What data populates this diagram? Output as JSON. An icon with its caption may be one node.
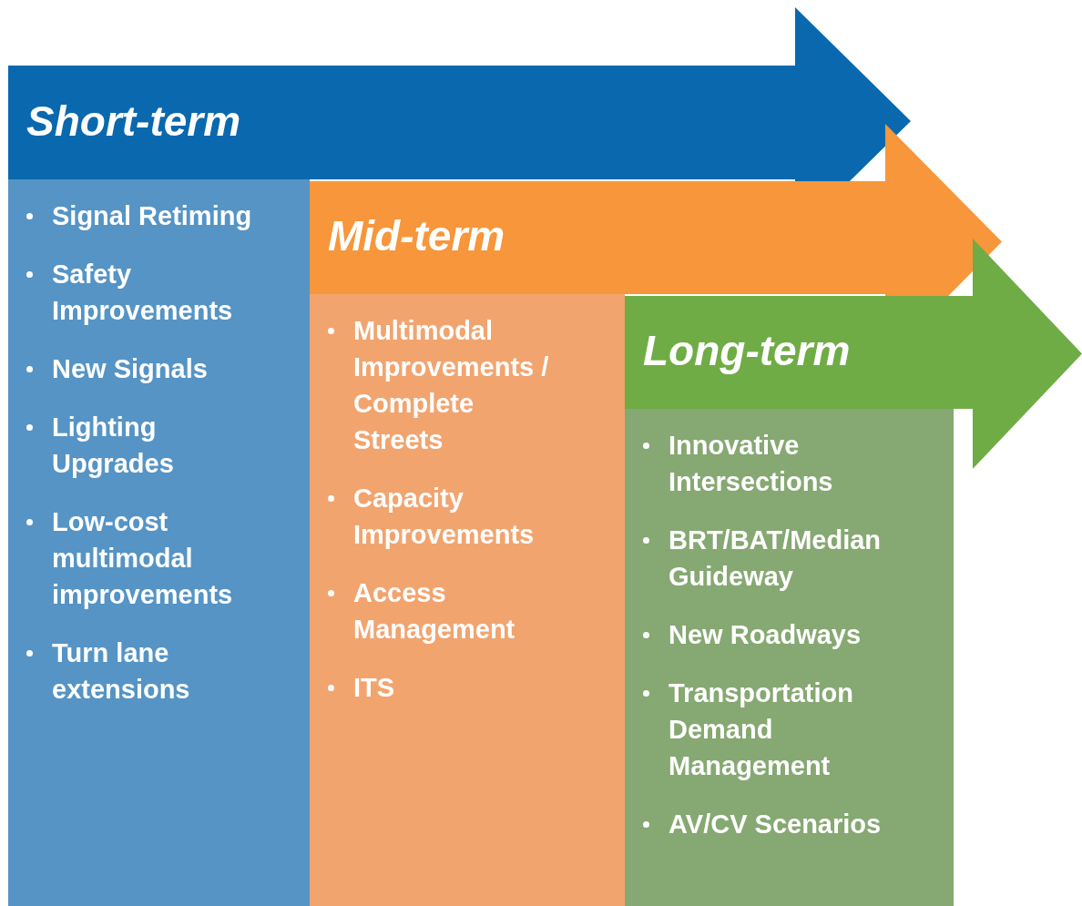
{
  "diagram": {
    "nodes": [
      {
        "text": [
          "Short-term"
        ]
      },
      {
        "text": [
          "Signal Retiming",
          "Safety Improvements",
          "New Signals",
          "Lighting Upgrades",
          "Low-cost multimodal improvements",
          "Turn lane extensions"
        ]
      },
      {
        "text": [
          "Mid-term"
        ]
      },
      {
        "text": [
          "Multimodal Improvements / Complete Streets",
          "Capacity Improvements",
          "Access Management",
          "ITS"
        ]
      },
      {
        "text": [
          "Long-term"
        ]
      },
      {
        "text": [
          "Innovative Intersections",
          "BRT/BAT/Median Guideway",
          "New Roadways",
          "Transportation Demand Management",
          "AV/CV Scenarios"
        ]
      }
    ]
  }
}
